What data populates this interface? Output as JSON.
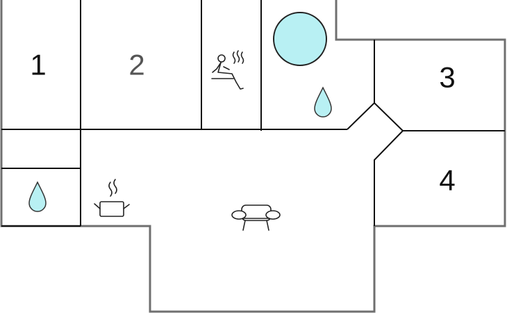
{
  "floor_plan": {
    "rooms": [
      {
        "id": "room-1",
        "label": "1"
      },
      {
        "id": "room-2",
        "label": "2"
      },
      {
        "id": "room-3",
        "label": "3"
      },
      {
        "id": "room-4",
        "label": "4"
      }
    ],
    "icons": [
      "sauna-icon",
      "hot-tub-icon",
      "shower-drop-icon",
      "bathroom-drop-icon",
      "kitchen-pot-icon",
      "sofa-icon"
    ]
  },
  "colors": {
    "outer_wall": "#6f6f6f",
    "inner_wall": "#111111",
    "water": "#b8f0f3",
    "label_dark": "#111111",
    "label_grey": "#555555"
  }
}
